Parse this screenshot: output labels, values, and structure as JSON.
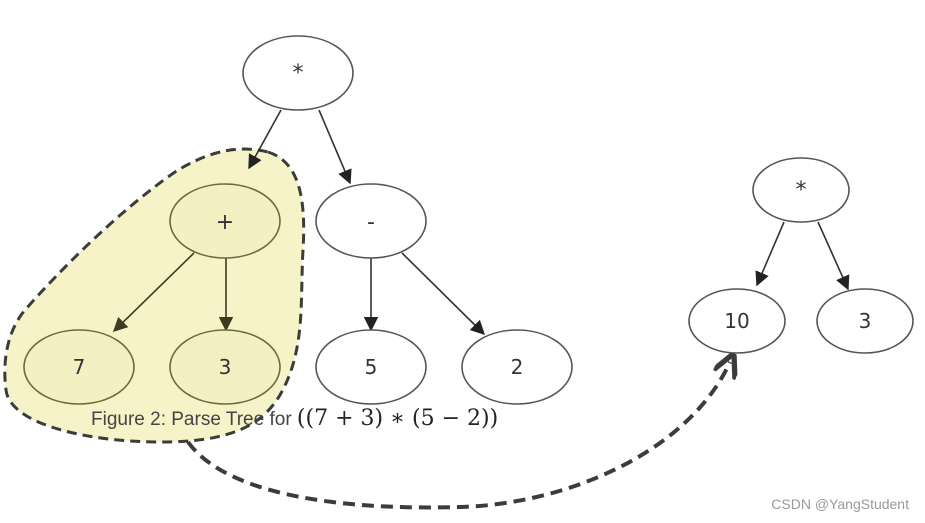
{
  "figure": {
    "caption_text": "Figure 2: Parse Tree for ",
    "caption_math": "((7 + 3) ∗ (5 − 2))"
  },
  "parse_tree": {
    "root": "*",
    "plus": "+",
    "minus": "-",
    "seven": "7",
    "three": "3",
    "five": "5",
    "two": "2"
  },
  "reduced_tree": {
    "root": "*",
    "left": "10",
    "right": "3"
  },
  "watermark": "CSDN @YangStudent",
  "colors": {
    "highlight": "#f5f3c7",
    "stroke": "#3c3c3c"
  }
}
